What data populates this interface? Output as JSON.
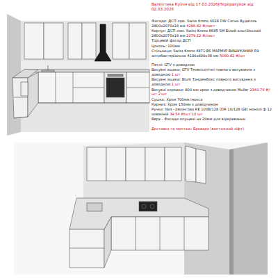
{
  "diagram": {
    "title": "Валентина Кухня від 17.03.2026|Перерахунок від 02.03.2026",
    "labels": [
      "Фасади: ДСП лам. Swiss Krono 4028 DW Сосна Вудвілль 2800х2070х18 мм",
      "4286.82 ₴/лист",
      "Корпус: ДСП лам. Swiss Krono 8685 SM Білий альпійський 2800х2070х18 мм",
      "2279.12 ₴/лист",
      "Торцевій фасад ДСП",
      "Цоколь: 100мм",
      "Стільниця: Swiss Krono 4871 BS МАРМУР ВИШУКАНИЙ R9 антибактеріальна 4100х600х38 мм",
      "5090.82 ₴/шт",
      "Петлі: GTV з доводкою",
      "Висувні ящики: GTV Телескопічні повного висування з доводкою",
      "1 шт",
      "Висувні ящики: Blum Тандембокс повного висування з доводкою",
      "1 шт",
      "Висувні корзини: 800 мм хром з доводчиком Muller",
      "2340.76 ₴/шт",
      "2 шт",
      "Сушка: Хром 700мм Іноксa",
      "Карниз: Хром 150мм з доводчиком",
      "Ручки: Низ - релінгова RE 100В/128 (DR 10/128 G8) монолі ф 12 алюміній",
      "39.54 ₴/шт",
      "10 шт",
      "Верх - Фасади опущені на 20мм для відкривання",
      "Доставка та монтаж: Бровари (вантажний ліфт)"
    ]
  }
}
